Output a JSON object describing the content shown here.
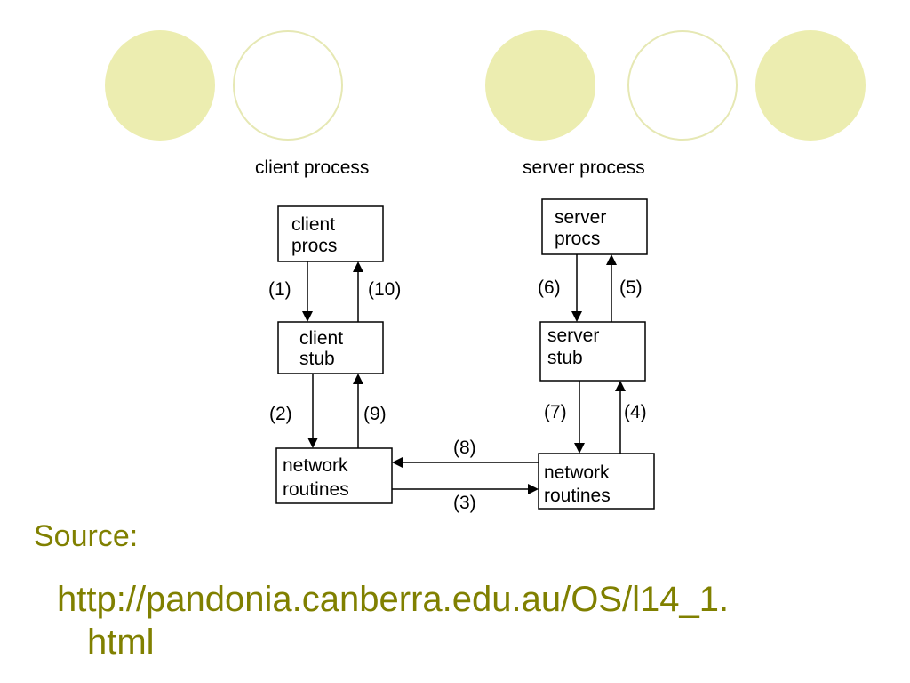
{
  "decoration": {
    "circle_fill": "#ecedb0",
    "circle_outline": "#e6e8b4"
  },
  "diagram": {
    "client_header": "client process",
    "server_header": "server process",
    "client_procs": [
      "client",
      "procs"
    ],
    "client_stub": [
      "client",
      "stub"
    ],
    "client_network": [
      "network",
      "routines"
    ],
    "server_procs": [
      "server",
      "procs"
    ],
    "server_stub": [
      "server",
      "stub"
    ],
    "server_network": [
      "network",
      "routines"
    ],
    "steps": {
      "s1": "(1)",
      "s2": "(2)",
      "s3": "(3)",
      "s4": "(4)",
      "s5": "(5)",
      "s6": "(6)",
      "s7": "(7)",
      "s8": "(8)",
      "s9": "(9)",
      "s10": "(10)"
    }
  },
  "source": {
    "label": "Source:",
    "url_line1": "http://pandonia.canberra.edu.au/OS/l14_1.",
    "url_line2": "html",
    "text_color": "#808000"
  }
}
